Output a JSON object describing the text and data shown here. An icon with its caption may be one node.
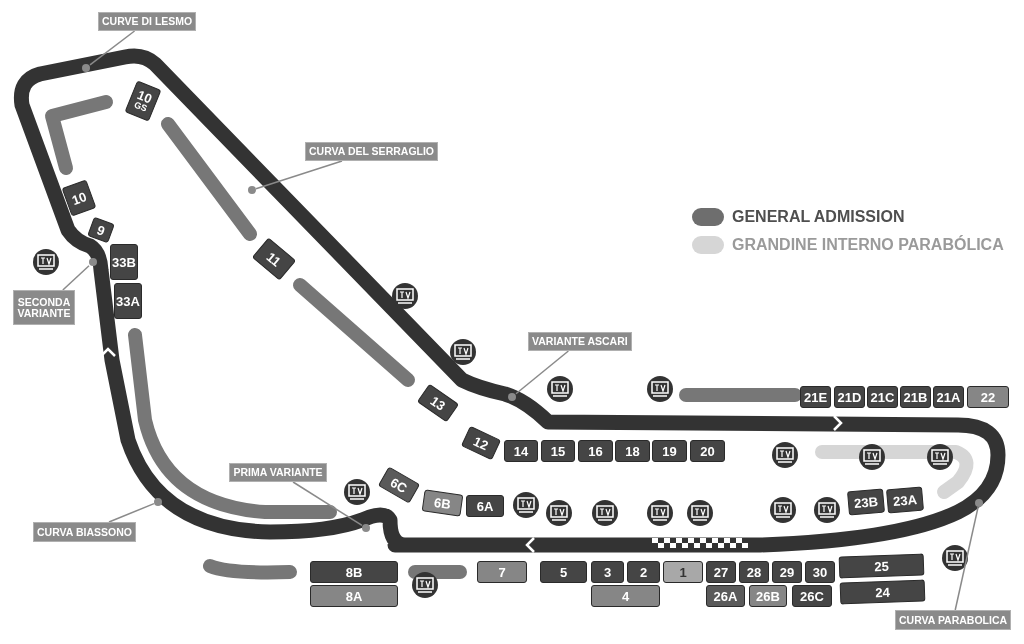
{
  "diagram": {
    "nodes": [
      {
        "text": [
          "CURVE DI LESMO"
        ]
      },
      {
        "text": [
          "10",
          "GS"
        ]
      },
      {
        "text": [
          "CURVA DEL SERRAGLIO"
        ]
      },
      {
        "text": [
          "10"
        ]
      },
      {
        "text": [
          "9"
        ]
      },
      {
        "text": [
          "11"
        ]
      },
      {
        "text": [
          "SECONDA VARIANTE"
        ]
      },
      {
        "text": [
          "33B"
        ]
      },
      {
        "text": [
          "33A"
        ]
      },
      {
        "text": [
          "VARIANTE ASCARI"
        ]
      },
      {
        "text": [
          "13"
        ]
      },
      {
        "text": [
          "21E"
        ]
      },
      {
        "text": [
          "21D"
        ]
      },
      {
        "text": [
          "21C"
        ]
      },
      {
        "text": [
          "21B"
        ]
      },
      {
        "text": [
          "21A"
        ]
      },
      {
        "text": [
          "22"
        ]
      },
      {
        "text": [
          "12"
        ]
      },
      {
        "text": [
          "14"
        ]
      },
      {
        "text": [
          "15"
        ]
      },
      {
        "text": [
          "16"
        ]
      },
      {
        "text": [
          "18"
        ]
      },
      {
        "text": [
          "19"
        ]
      },
      {
        "text": [
          "20"
        ]
      },
      {
        "text": [
          "PRIMA VARIANTE"
        ]
      },
      {
        "text": [
          "6C"
        ]
      },
      {
        "text": [
          "6B"
        ]
      },
      {
        "text": [
          "6A"
        ]
      },
      {
        "text": [
          "23B"
        ]
      },
      {
        "text": [
          "23A"
        ]
      },
      {
        "text": [
          "CURVA BIASSONO"
        ]
      },
      {
        "text": [
          "8B"
        ]
      },
      {
        "text": [
          "7"
        ]
      },
      {
        "text": [
          "5"
        ]
      },
      {
        "text": [
          "3"
        ]
      },
      {
        "text": [
          "2"
        ]
      },
      {
        "text": [
          "1"
        ]
      },
      {
        "text": [
          "27"
        ]
      },
      {
        "text": [
          "28"
        ]
      },
      {
        "text": [
          "29"
        ]
      },
      {
        "text": [
          "30"
        ]
      },
      {
        "text": [
          "25"
        ]
      },
      {
        "text": [
          "8A"
        ]
      },
      {
        "text": [
          "4"
        ]
      },
      {
        "text": [
          "26A"
        ]
      },
      {
        "text": [
          "26B"
        ]
      },
      {
        "text": [
          "26C"
        ]
      },
      {
        "text": [
          "24"
        ]
      },
      {
        "text": [
          "CURVA PARABOLICA"
        ]
      },
      {
        "text": [],
        "shape": "circle"
      },
      {
        "text": [],
        "shape": "circle"
      },
      {
        "text": [],
        "shape": "circle"
      },
      {
        "text": [],
        "shape": "circle"
      },
      {
        "text": [],
        "shape": "circle"
      },
      {
        "text": [],
        "shape": "circle"
      },
      {
        "text": [],
        "shape": "circle"
      }
    ],
    "edges": [
      {
        "from": 0,
        "to": 49,
        "arrow": "none"
      },
      {
        "from": 2,
        "to": 50,
        "arrow": "none"
      },
      {
        "from": 6,
        "to": 51,
        "arrow": "none"
      },
      {
        "from": 9,
        "to": 52,
        "arrow": "none"
      },
      {
        "from": 24,
        "to": 53,
        "arrow": "none"
      },
      {
        "from": 30,
        "to": 54,
        "arrow": "none"
      },
      {
        "from": 48,
        "to": 55,
        "arrow": "none"
      }
    ],
    "legend": [
      {
        "text": "GENERAL ADMISSION",
        "color": "#6e6e6e"
      },
      {
        "text": "GRANDINE INTERNO PARABÓLICA",
        "color": "#d6d6d6"
      }
    ]
  }
}
